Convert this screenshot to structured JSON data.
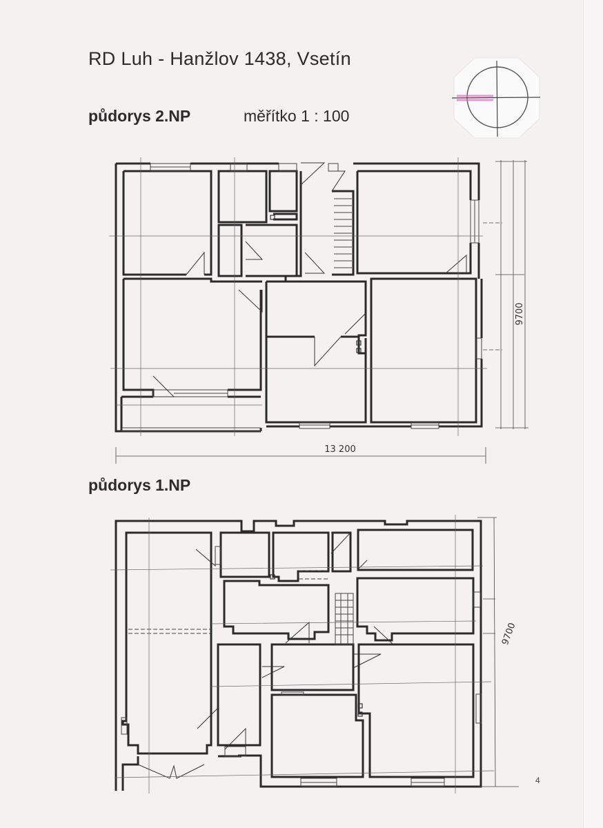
{
  "document": {
    "title": "RD  Luh - Hanžlov  1438, Vsetín",
    "page_number": "4"
  },
  "plan_upper": {
    "heading": "půdorys  2.NP",
    "scale": "měřítko  1 : 100",
    "width_dimension": "13 200",
    "height_dimension": "9700"
  },
  "plan_lower": {
    "heading": "půdorys  1.NP",
    "height_dimension": "9700"
  },
  "north_arrow": {
    "symbol": "compass-circle",
    "accent_color": "#e070c0"
  },
  "colors": {
    "paper": "#f5f1f1",
    "ink": "#2a2a2a",
    "thin_line": "#555555"
  }
}
